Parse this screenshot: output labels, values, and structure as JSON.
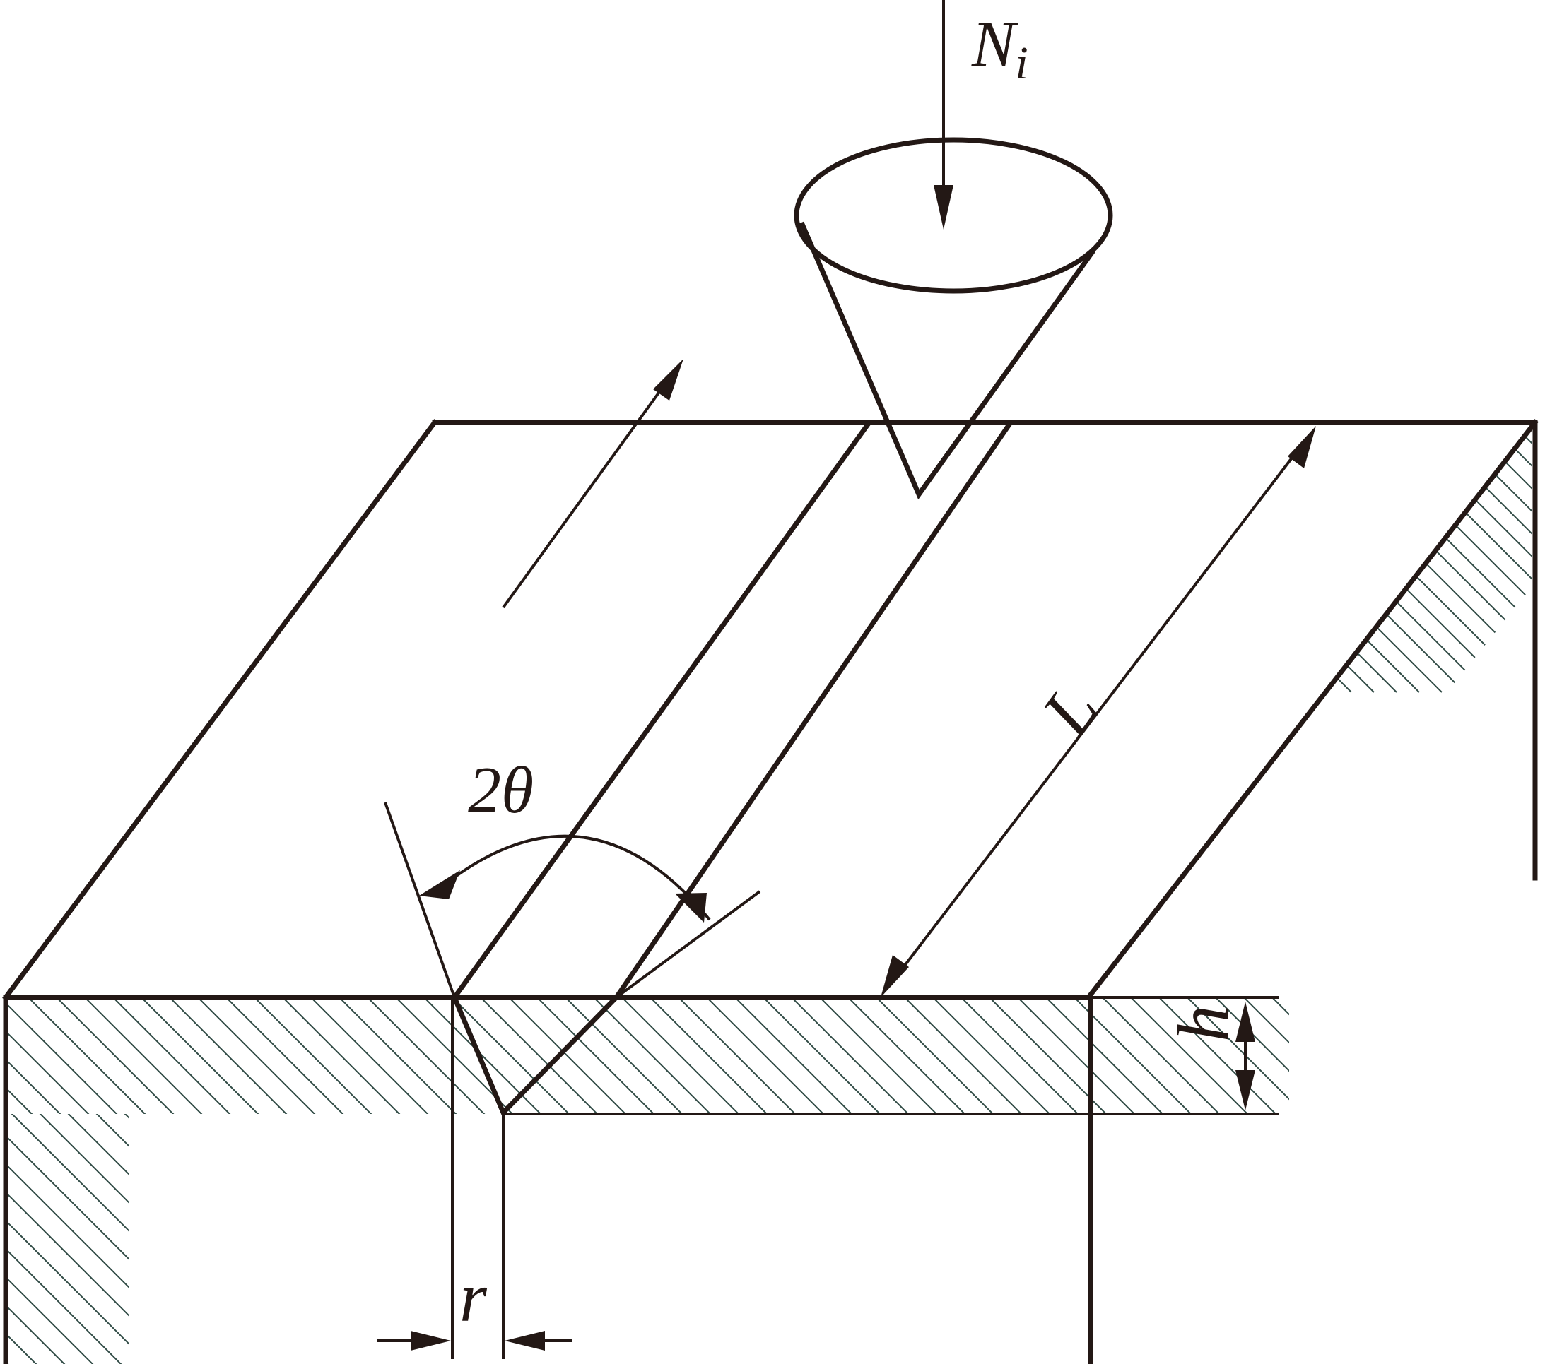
{
  "labels": {
    "force_main": "N",
    "force_sub": "i",
    "length": "L",
    "angle": "2θ",
    "depth": "h",
    "radius": "r"
  },
  "colors": {
    "line": "#231815",
    "hatch": "#2f4a44",
    "background": "#ffffff"
  }
}
